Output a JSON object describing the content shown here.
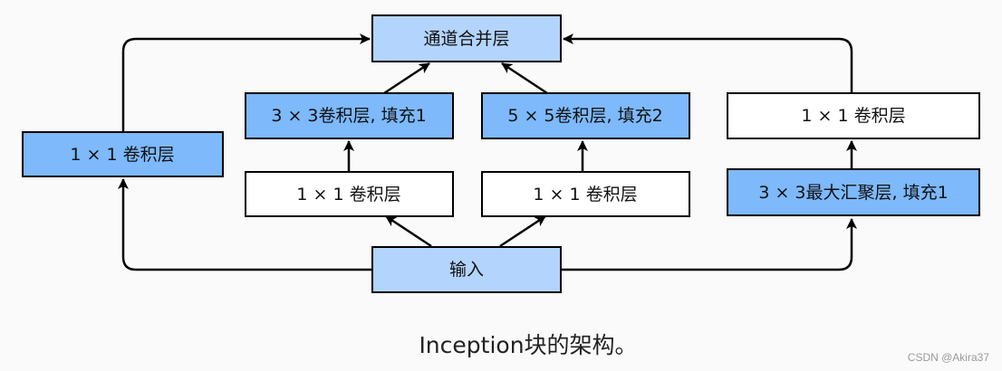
{
  "colors": {
    "light_blue": "#b3d4fc",
    "medium_blue": "#7db9fb",
    "white": "#ffffff",
    "stroke": "#000000"
  },
  "nodes": {
    "concat": "通道合并层",
    "conv3x3": "3 × 3卷积层, 填充1",
    "conv5x5": "5 × 5卷积层, 填充2",
    "conv1x1_top_right": "1 × 1 卷积层",
    "conv1x1_left": "1 × 1 卷积层",
    "conv1x1_mid1": "1 × 1 卷积层",
    "conv1x1_mid2": "1 × 1 卷积层",
    "maxpool": "3 × 3最大汇聚层, 填充1",
    "input": "输入"
  },
  "caption": "Inception块的架构。",
  "watermark": "CSDN @Akira37"
}
